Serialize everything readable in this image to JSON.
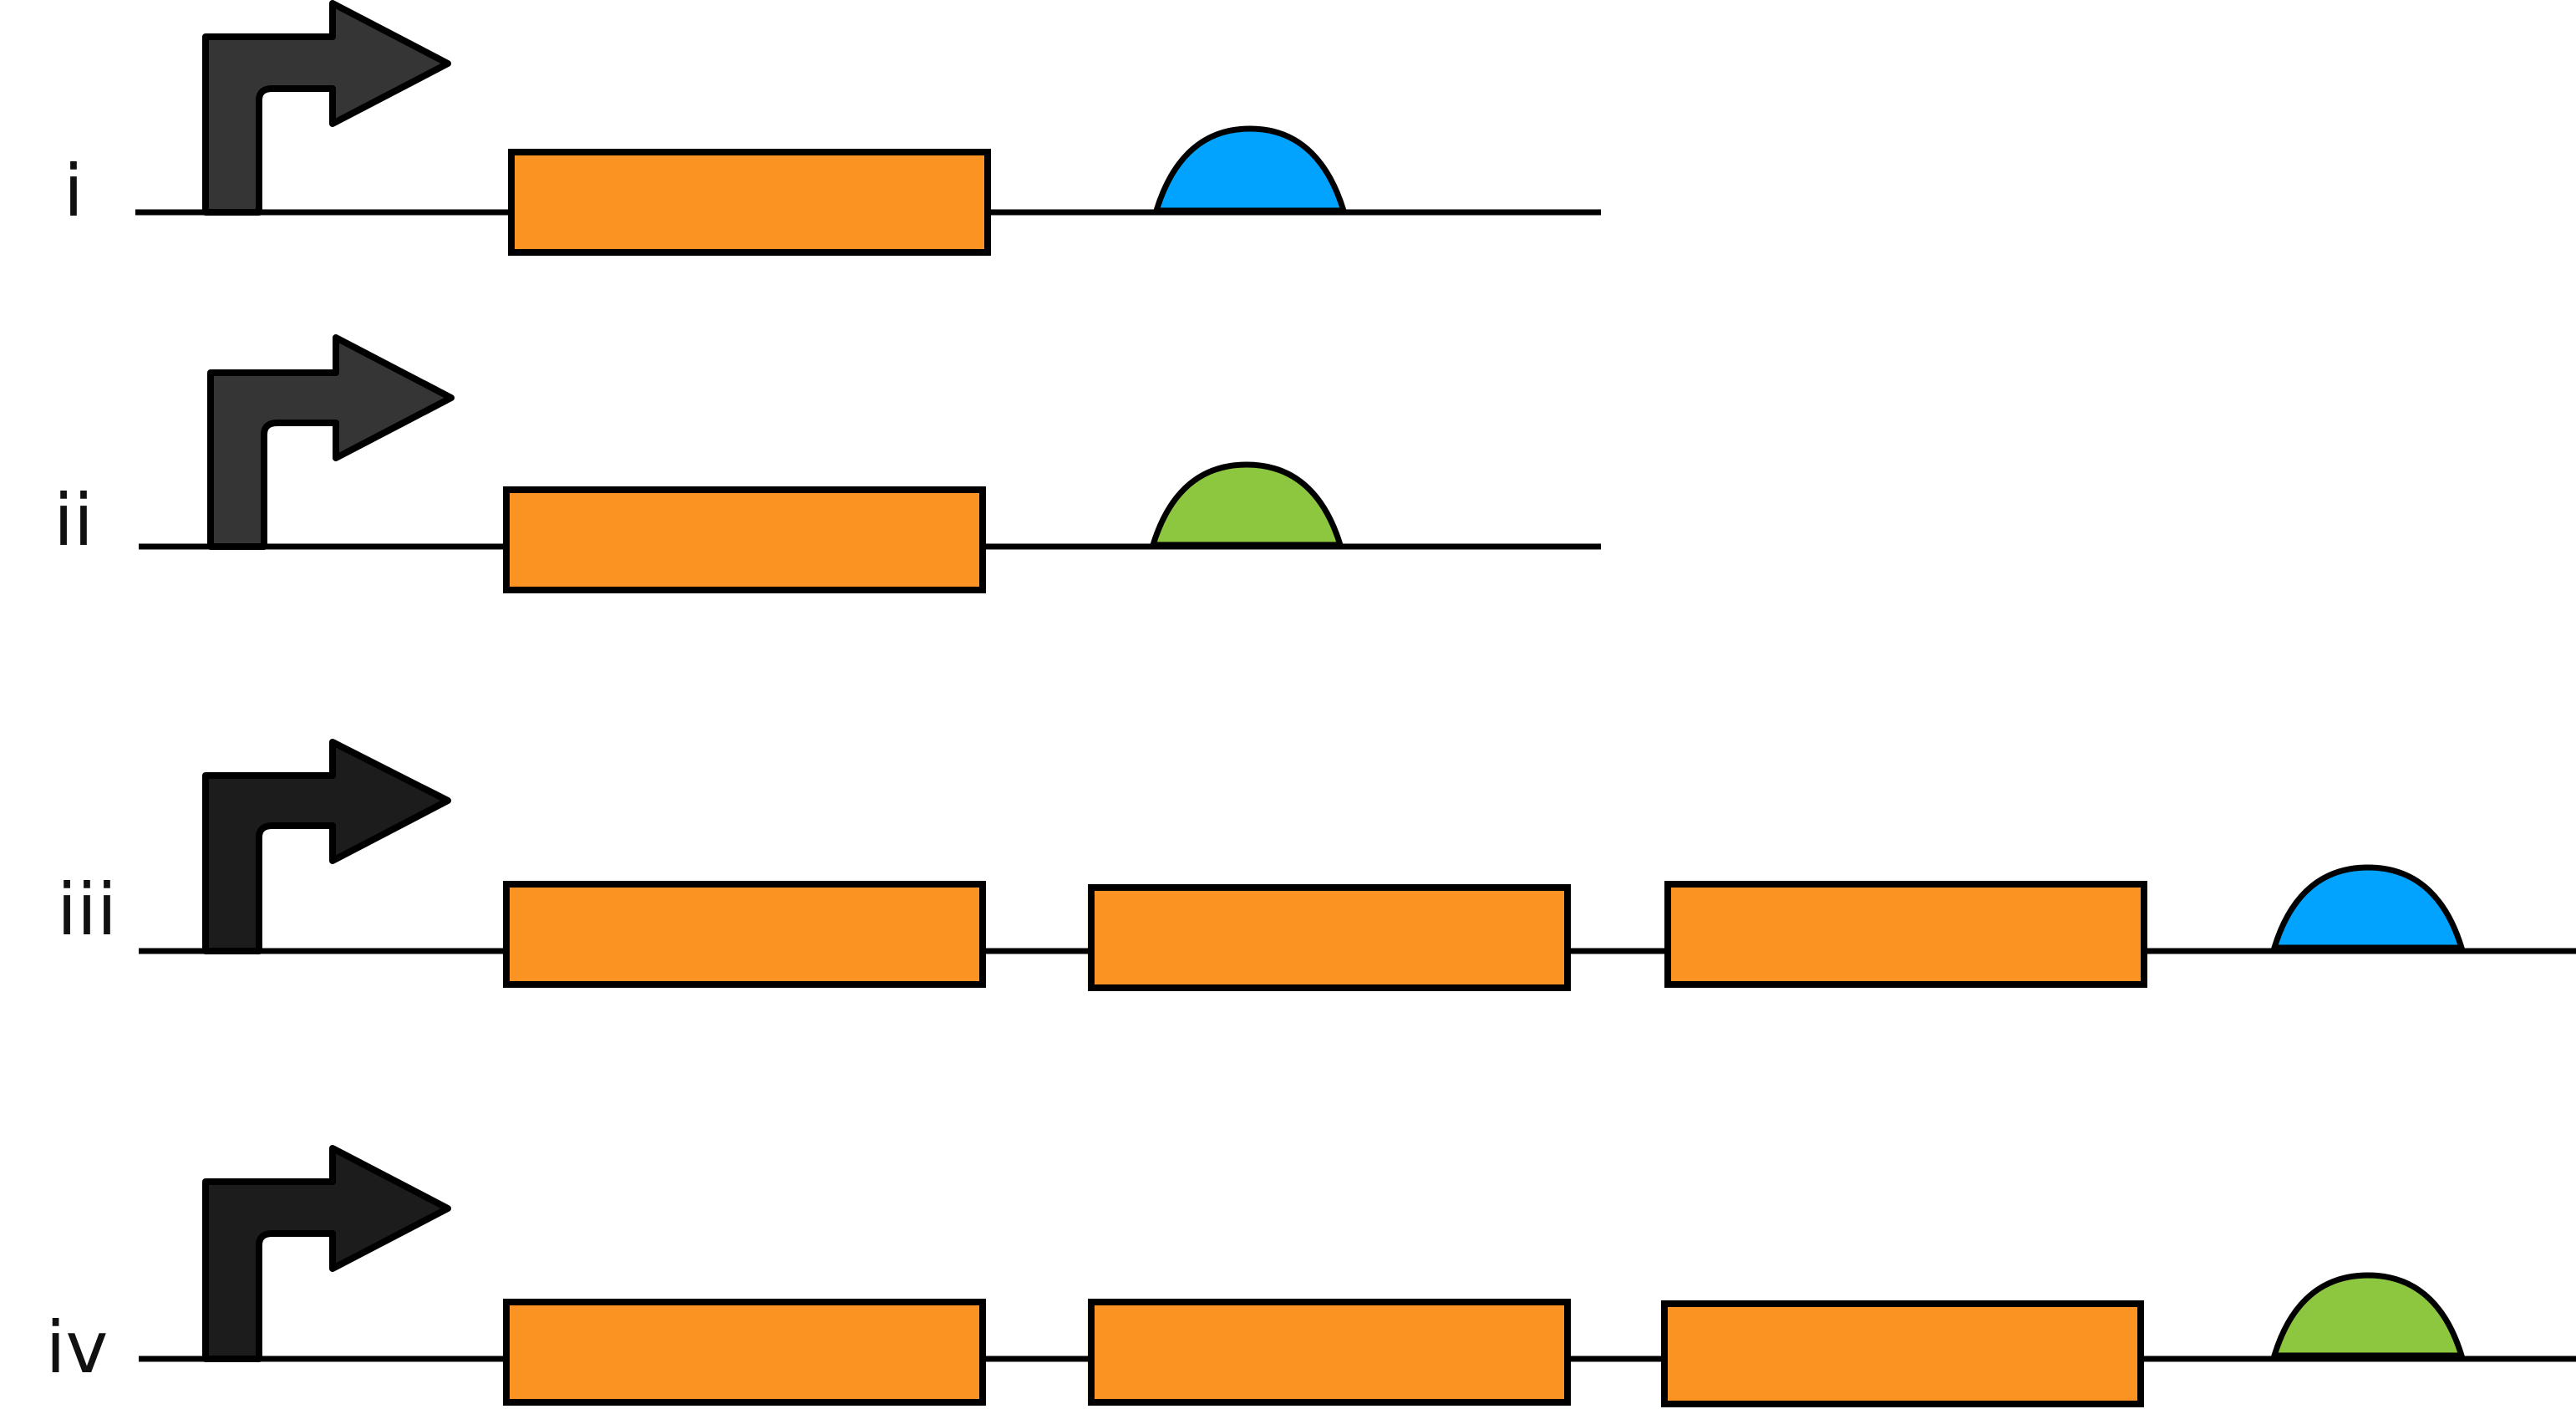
{
  "colors": {
    "line": "#000000",
    "promoter_light": "#353535",
    "promoter_dark": "#1c1c1c",
    "cds": "#FB9322",
    "terminator_blue": "#02A3FE",
    "terminator_green": "#8DC63F"
  },
  "constructs": [
    {
      "label": "i",
      "promoter": "promoter-arrow-icon",
      "cds_count": 1,
      "terminator": "terminator-blue-icon"
    },
    {
      "label": "ii",
      "promoter": "promoter-arrow-icon",
      "cds_count": 1,
      "terminator": "terminator-green-icon"
    },
    {
      "label": "iii",
      "promoter": "promoter-arrow-icon",
      "cds_count": 3,
      "terminator": "terminator-blue-icon"
    },
    {
      "label": "iv",
      "promoter": "promoter-arrow-icon",
      "cds_count": 3,
      "terminator": "terminator-green-icon"
    }
  ]
}
